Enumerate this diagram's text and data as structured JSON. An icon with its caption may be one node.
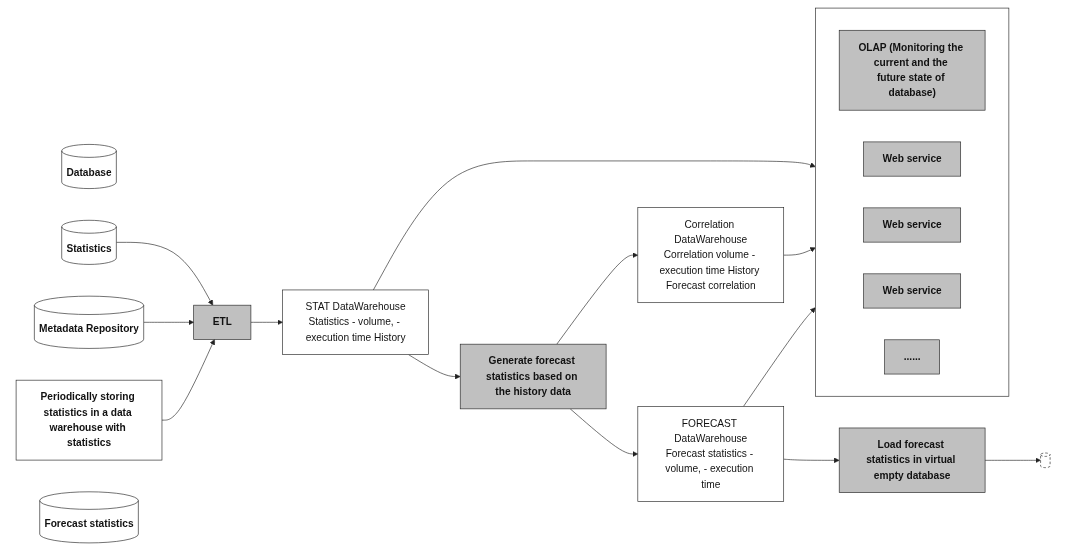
{
  "diagram": {
    "nodes": [
      {
        "text": [],
        "shape": "box"
      },
      {
        "text": [
          "OLAP (Monitoring the current and the future state of database)"
        ],
        "in": 0
      },
      {
        "text": [
          "Web service"
        ],
        "in": 0
      },
      {
        "text": [
          "Web service"
        ],
        "in": 0
      },
      {
        "text": [
          "Web service"
        ],
        "in": 0
      },
      {
        "text": [
          "......"
        ],
        "in": 0
      },
      {
        "text": [
          "Database"
        ]
      },
      {
        "text": [
          "Statistics"
        ]
      },
      {
        "text": [
          "Metadata Repository"
        ]
      },
      {
        "text": [
          "Periodically storing statistics in a data warehouse with statistics"
        ]
      },
      {
        "text": [
          "ETL"
        ]
      },
      {
        "text": [
          "STAT DataWarehouse",
          "Statistics - volume, - execution time History"
        ]
      },
      {
        "text": [
          "Generate forecast statistics based on the history data"
        ]
      },
      {
        "text": [
          "FORECAST DataWarehouse",
          "Forecast statistics - volume, - execution time"
        ]
      },
      {
        "text": [
          "Correlation DataWarehouse",
          "Correlation volume - execution time History Forecast correlation"
        ]
      },
      {
        "text": [
          "Load forecast statistics in virtual empty database"
        ]
      },
      {
        "text": [],
        "shape": "cylinder"
      },
      {
        "text": [
          "Forecast statistics"
        ]
      }
    ],
    "edges": [
      {
        "from": 7,
        "to": 10,
        "arrow": "to"
      },
      {
        "from": 8,
        "to": 10,
        "arrow": "to"
      },
      {
        "from": 9,
        "to": 10,
        "arrow": "to"
      },
      {
        "from": 10,
        "to": 11,
        "arrow": "to"
      },
      {
        "from": 11,
        "to": 0,
        "arrow": "to"
      },
      {
        "from": 11,
        "to": 12,
        "arrow": "to"
      },
      {
        "from": 12,
        "to": 13,
        "arrow": "to"
      },
      {
        "from": 12,
        "to": 14,
        "arrow": "to"
      },
      {
        "from": 14,
        "to": 0,
        "arrow": "to"
      },
      {
        "from": 13,
        "to": 0,
        "arrow": "to"
      },
      {
        "from": 13,
        "to": 15,
        "arrow": "to"
      },
      {
        "from": 15,
        "to": 16,
        "arrow": "to"
      }
    ]
  }
}
